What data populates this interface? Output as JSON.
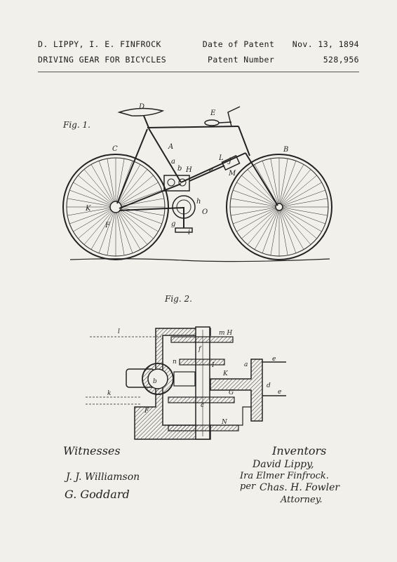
{
  "header": {
    "inventors": "D. LIPPY, I. E. FINFROCK",
    "title": "DRIVING GEAR FOR BICYCLES",
    "date_label": "Date of Patent",
    "patent_label": "Patent Number",
    "date_value": "Nov. 13, 1894",
    "patent_value": "528,956"
  },
  "figures": {
    "fig1_label": "Fig. 1.",
    "fig2_label": "Fig. 2."
  },
  "signatures": {
    "witnesses_label": "Witnesses",
    "witness1": "J. J. Williamson",
    "witness2": "G. Goddard",
    "inventors_label": "Inventors",
    "inventor1": "David Lippy,",
    "inventor2": "Ira Elmer Finfrock.",
    "per": "per",
    "attorney_name": "Chas. H. Fowler",
    "attorney_label": "Attorney."
  }
}
